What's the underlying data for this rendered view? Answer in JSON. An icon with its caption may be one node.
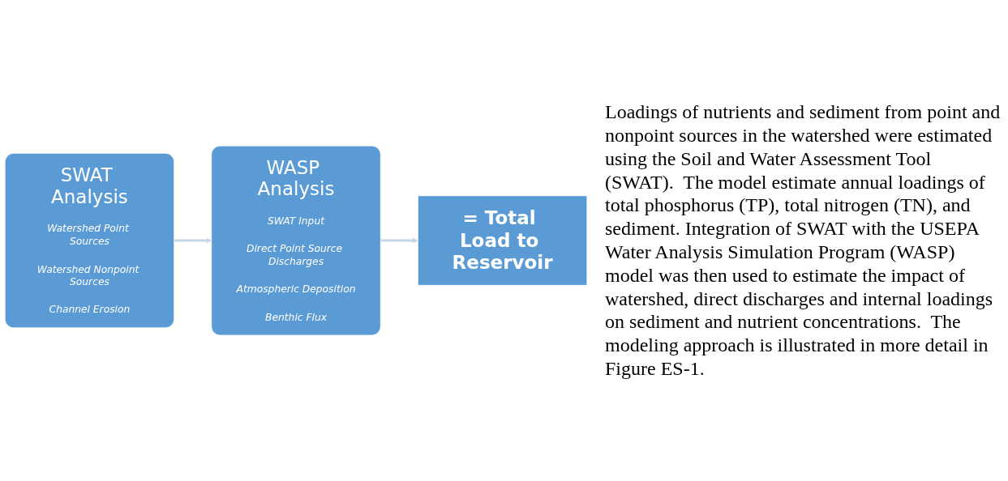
{
  "diagram": {
    "nodes": [
      {
        "text": [
          "SWAT Analysis",
          "Watershed Point Sources",
          "Watershed Nonpoint Sources",
          "Channel Erosion"
        ]
      },
      {
        "text": [
          "WASP Analysis",
          "SWAT Input",
          "Direct Point Source Discharges",
          "Atmospheric Deposition",
          "Benthic Flux"
        ]
      },
      {
        "text": [
          "= Total Load to Reservoir"
        ]
      }
    ],
    "edges": [
      {
        "from": 0,
        "to": 1,
        "arrow": "to"
      },
      {
        "from": 1,
        "to": 2,
        "arrow": "to"
      }
    ],
    "labels": [
      "Loadings of nutrients and sediment from point and nonpoint sources in the watershed were estimated using the Soil and Water Assessment Tool (SWAT).  The model estimate annual loadings of total phosphorus (TP), total nitrogen (TN), and sediment. Integration of SWAT with the USEPA Water Analysis Simulation Program (WASP) model was then used to estimate the impact of watershed, direct discharges and internal loadings on sediment and nutrient concentrations.  The modeling approach is illustrated in more detail in Figure ES-1."
    ]
  }
}
